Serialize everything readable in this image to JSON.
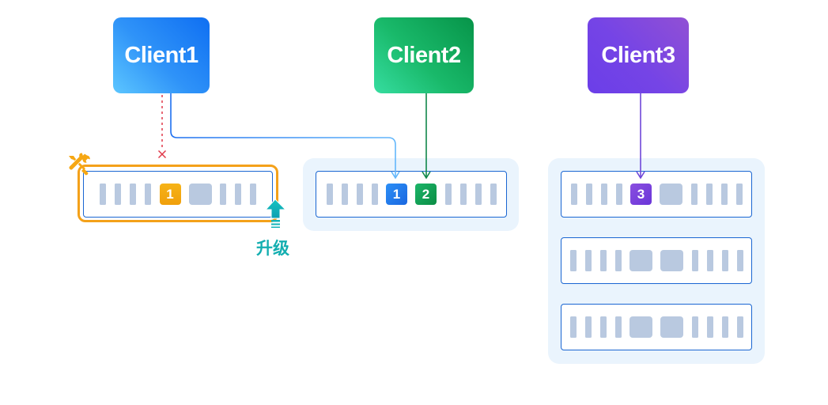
{
  "clients": [
    {
      "label": "Client1",
      "color": "#1a7af3"
    },
    {
      "label": "Client2",
      "color": "#0f9f55"
    },
    {
      "label": "Client3",
      "color": "#7a45e2"
    }
  ],
  "servers": {
    "left": {
      "tags": [
        "1"
      ],
      "tag_color": "#f5a90f"
    },
    "middle": {
      "tags": [
        "1",
        "2"
      ]
    },
    "right": {
      "tags": [
        "3"
      ]
    }
  },
  "upgrade": {
    "label": "升级",
    "color": "#13aeb0"
  },
  "connections": [
    {
      "from": "Client1",
      "to": "left",
      "style": "dotted",
      "color": "#e0394a",
      "status": "blocked"
    },
    {
      "from": "Client1",
      "to": "middle",
      "style": "solid",
      "color": "#3d8ef3"
    },
    {
      "from": "Client2",
      "to": "middle",
      "style": "solid",
      "color": "#10874a"
    },
    {
      "from": "Client3",
      "to": "right",
      "style": "solid",
      "color": "#6f47d8"
    }
  ]
}
